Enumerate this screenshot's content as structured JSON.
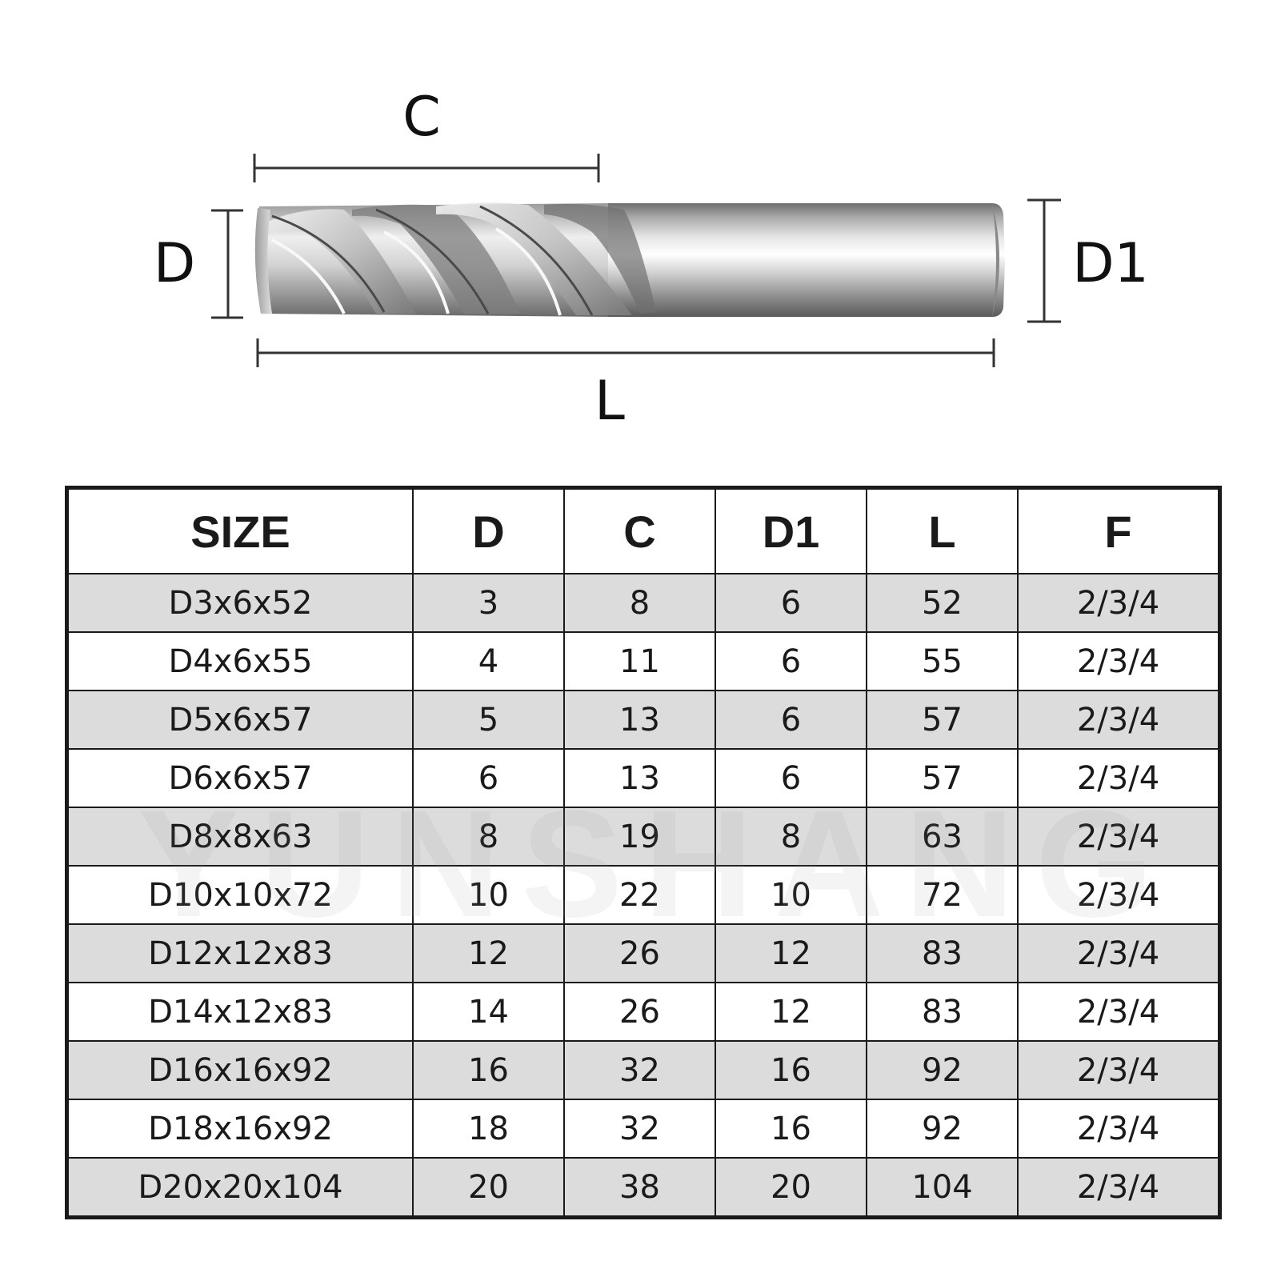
{
  "diagram": {
    "labels": {
      "c": "C",
      "d": "D",
      "d1": "D1",
      "l": "L"
    }
  },
  "watermark": "YUNSHANG",
  "table": {
    "headers": [
      "SIZE",
      "D",
      "C",
      "D1",
      "L",
      "F"
    ],
    "rows": [
      [
        "D3x6x52",
        "3",
        "8",
        "6",
        "52",
        "2/3/4"
      ],
      [
        "D4x6x55",
        "4",
        "11",
        "6",
        "55",
        "2/3/4"
      ],
      [
        "D5x6x57",
        "5",
        "13",
        "6",
        "57",
        "2/3/4"
      ],
      [
        "D6x6x57",
        "6",
        "13",
        "6",
        "57",
        "2/3/4"
      ],
      [
        "D8x8x63",
        "8",
        "19",
        "8",
        "63",
        "2/3/4"
      ],
      [
        "D10x10x72",
        "10",
        "22",
        "10",
        "72",
        "2/3/4"
      ],
      [
        "D12x12x83",
        "12",
        "26",
        "12",
        "83",
        "2/3/4"
      ],
      [
        "D14x12x83",
        "14",
        "26",
        "12",
        "83",
        "2/3/4"
      ],
      [
        "D16x16x92",
        "16",
        "32",
        "16",
        "92",
        "2/3/4"
      ],
      [
        "D18x16x92",
        "18",
        "32",
        "16",
        "92",
        "2/3/4"
      ],
      [
        "D20x20x104",
        "20",
        "38",
        "20",
        "104",
        "2/3/4"
      ]
    ]
  }
}
